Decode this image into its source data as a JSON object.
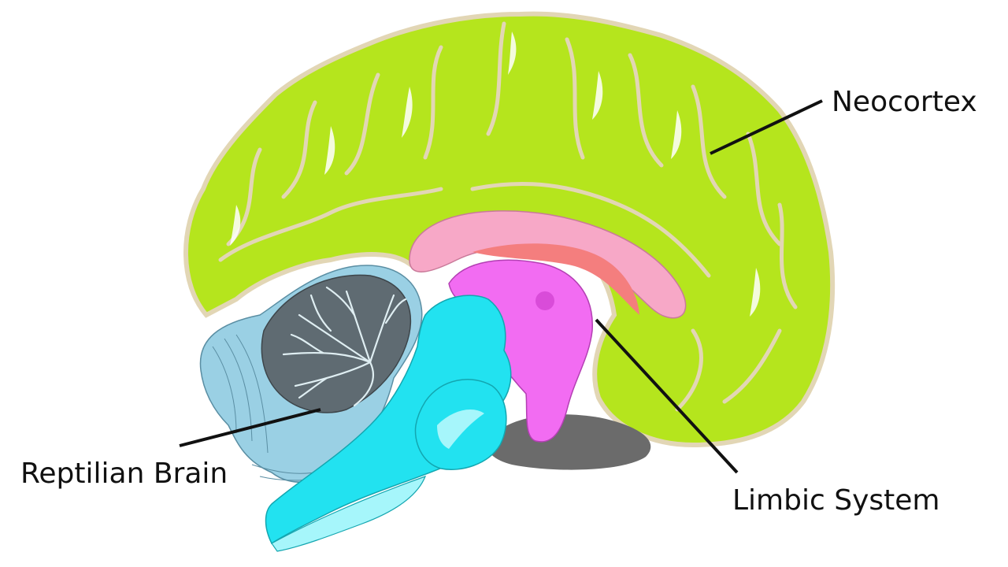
{
  "diagram": {
    "labels": {
      "neocortex": "Neocortex",
      "limbic_system": "Limbic System",
      "reptilian_brain": "Reptilian Brain"
    },
    "colors": {
      "cortex": "#b5e51d",
      "cortex_outline": "#e2d6b5",
      "cortex_highlight": "#ffffff",
      "corpus_callosum": "#f7a8c7",
      "fornix": "#f47e7e",
      "thalamus": "#f26cf2",
      "brainstem": "#22e2f0",
      "brainstem_light": "#a6f6fb",
      "cerebellum": "#9ad0e4",
      "cerebellum_core": "#5f6b72",
      "shadow": "#6b6b6b",
      "leader_line": "#111111"
    }
  }
}
